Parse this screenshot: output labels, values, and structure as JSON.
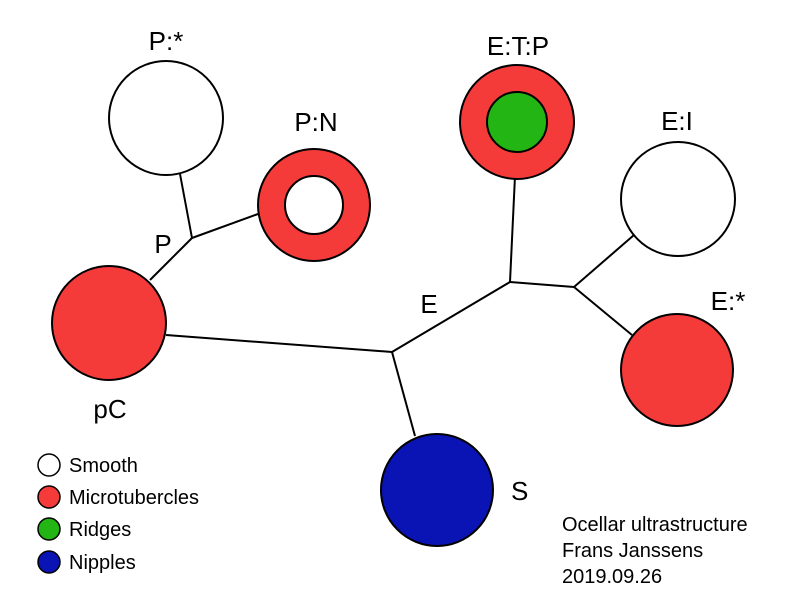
{
  "colors": {
    "smooth": "#ffffff",
    "microtubercles": "#f53a3a",
    "ridges": "#22b513",
    "nipples": "#0a14b4",
    "outline": "#000000"
  },
  "nodes": {
    "p_star": {
      "label": "P:*",
      "surface": "smooth"
    },
    "p_n": {
      "label": "P:N",
      "surface": "microtubercles",
      "inner_surface": "smooth"
    },
    "e_t_p": {
      "label": "E:T:P",
      "surface": "microtubercles",
      "inner_surface": "ridges"
    },
    "e_i": {
      "label": "E:I",
      "surface": "smooth"
    },
    "e_star": {
      "label": "E:*",
      "surface": "microtubercles"
    },
    "pc": {
      "label": "pC",
      "surface": "microtubercles"
    },
    "s": {
      "label": "S",
      "surface": "nipples"
    }
  },
  "branch_labels": {
    "p": "P",
    "e": "E"
  },
  "legend": [
    {
      "label": "Smooth",
      "surface": "smooth"
    },
    {
      "label": "Microtubercles",
      "surface": "microtubercles"
    },
    {
      "label": "Ridges",
      "surface": "ridges"
    },
    {
      "label": "Nipples",
      "surface": "nipples"
    }
  ],
  "credit": {
    "title": "Ocellar ultrastructure",
    "author": "Frans Janssens",
    "date": "2019.09.26"
  }
}
